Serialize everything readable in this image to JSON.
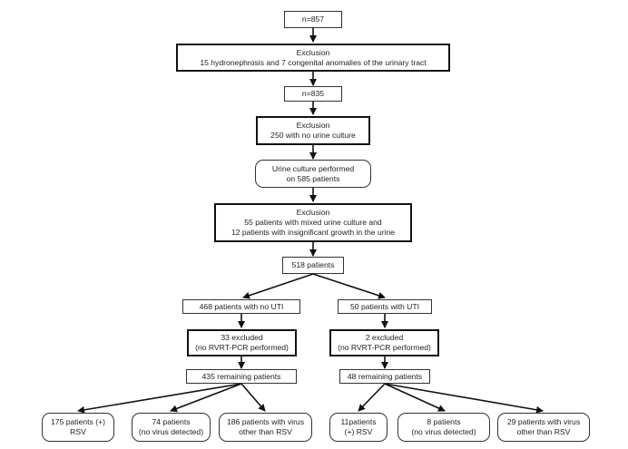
{
  "nodes": {
    "start": {
      "lines": [
        "n=857"
      ]
    },
    "excl1": {
      "lines": [
        "Exclusion",
        "15 hydronephrosis and 7 congenital anomalies of the urinary tract"
      ]
    },
    "n835": {
      "lines": [
        "n=835"
      ]
    },
    "excl2": {
      "lines": [
        "Exclusion",
        "250 with no urine culture"
      ]
    },
    "culture": {
      "lines": [
        "Urine culture performed",
        "on 585 patients"
      ]
    },
    "excl3": {
      "lines": [
        "Exclusion",
        "55 patients with mixed urine culture and",
        "12 patients with insignificant growth in the urine"
      ]
    },
    "p518": {
      "lines": [
        "518 patients"
      ]
    },
    "no_uti": {
      "lines": [
        "468 patients with no UTI"
      ]
    },
    "uti": {
      "lines": [
        "50 patients with UTI"
      ]
    },
    "excl_left": {
      "lines": [
        "33 excluded",
        "(no RVRT-PCR performed)"
      ]
    },
    "excl_right": {
      "lines": [
        "2 excluded",
        "(no RVRT-PCR performed)"
      ]
    },
    "rem_left": {
      "lines": [
        "435 remaining patients"
      ]
    },
    "rem_right": {
      "lines": [
        "48 remaining patients"
      ]
    },
    "l_rsv": {
      "lines": [
        "175 patients (+)",
        "RSV"
      ]
    },
    "l_novirus": {
      "lines": [
        "74 patients",
        "(no virus detected)"
      ]
    },
    "l_other": {
      "lines": [
        "186 patients with virus",
        "other than RSV"
      ]
    },
    "r_rsv": {
      "lines": [
        "11patients",
        "(+) RSV"
      ]
    },
    "r_novirus": {
      "lines": [
        "8 patients",
        "(no virus detected)"
      ]
    },
    "r_other": {
      "lines": [
        "29 patients with virus",
        "other than RSV"
      ]
    }
  }
}
